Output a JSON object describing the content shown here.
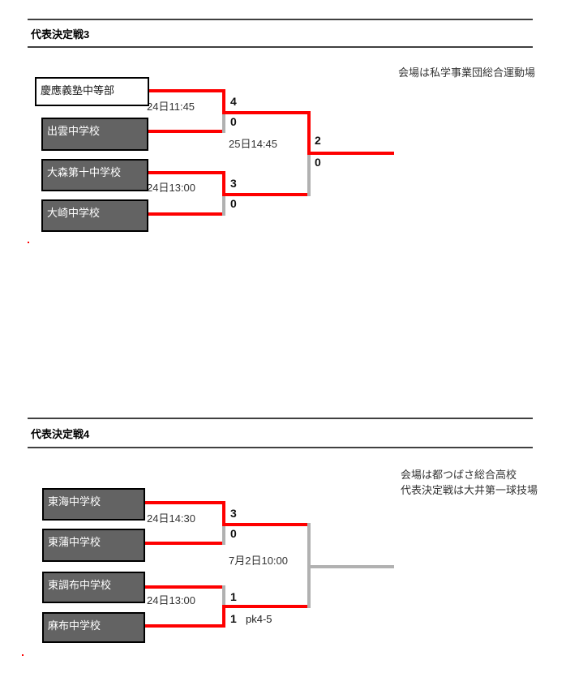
{
  "colors": {
    "winner_line": "#fe0000",
    "pending_line": "#b1b1b1",
    "team_box_fill": "#636363",
    "header_rule": "#404040"
  },
  "sections": [
    {
      "title": "代表決定戦3",
      "venue_lines": [
        "会場は私学事業団総合運動場"
      ],
      "teams": [
        {
          "name": "慶應義塾中等部"
        },
        {
          "name": "出雲中学校"
        },
        {
          "name": "大森第十中学校"
        },
        {
          "name": "大崎中学校"
        }
      ],
      "matches": {
        "semi1": {
          "time": "24日11:45",
          "score_top": "4",
          "score_bottom": "0"
        },
        "semi2": {
          "time": "24日13:00",
          "score_top": "3",
          "score_bottom": "0"
        },
        "final": {
          "time": "25日14:45",
          "score_top": "2",
          "score_bottom": "0"
        }
      }
    },
    {
      "title": "代表決定戦4",
      "venue_lines": [
        "会場は都つばさ総合高校",
        "代表決定戦は大井第一球技場"
      ],
      "teams": [
        {
          "name": "東海中学校"
        },
        {
          "name": "東蒲中学校"
        },
        {
          "name": "東調布中学校"
        },
        {
          "name": "麻布中学校"
        }
      ],
      "matches": {
        "semi1": {
          "time": "24日14:30",
          "score_top": "3",
          "score_bottom": "0"
        },
        "semi2": {
          "time": "24日13:00",
          "score_top": "1",
          "score_bottom": "1",
          "note": "pk4-5"
        },
        "final": {
          "time": "7月2日10:00"
        }
      }
    }
  ]
}
